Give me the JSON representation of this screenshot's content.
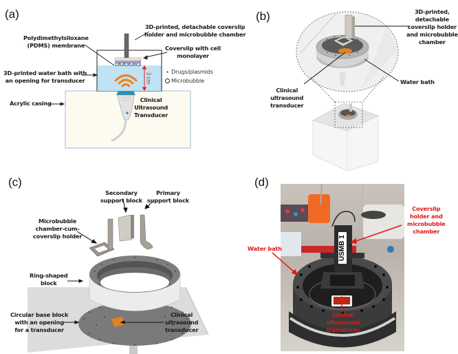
{
  "panels": {
    "a": {
      "label": "(a)",
      "labels": {
        "holder_line1": "3D-printed, detachable coverslip",
        "holder_line2": "holder and microbubble chamber",
        "pdms_line1": "Polydimethylsiloxane",
        "pdms_line2": "(PDMS)  membrane",
        "coverslip_line1": "Coverslip with cell",
        "coverslip_line2": "monolayer",
        "waterbath_line1": "3D-printed water bath with",
        "waterbath_line2": "an opening for transducer",
        "acrylic": "Acrylic casing",
        "transducer_line1": "Clinical",
        "transducer_line2": "Ultrasound",
        "transducer_line3": "Transducer",
        "depth": "3 cm"
      },
      "legend": [
        {
          "label": "Drugs/plasmids",
          "marker": "purple-dot"
        },
        {
          "label": "Microbubble",
          "marker": "open-circle"
        }
      ],
      "colors": {
        "water": "#bfe3f4",
        "casing": "#fdfaf0",
        "casing_border": "#9bbbe0",
        "wave": "#f07f1e",
        "depth_arrow": "#e0201f",
        "transducer_head": "#2e8fb0",
        "drug": "#7a2c8a"
      }
    },
    "b": {
      "label": "(b)",
      "labels": {
        "holder_line1": "3D-printed,",
        "holder_line2": "detachable",
        "holder_line3": "coverslip holder",
        "holder_line4": "and microbubble",
        "holder_line5": "chamber",
        "waterbath": "Water bath",
        "transducer_line1": "Clinical",
        "transducer_line2": "ultrasound",
        "transducer_line3": "transducer"
      }
    },
    "c": {
      "label": "(c)",
      "labels": {
        "secondary_line1": "Secondary",
        "secondary_line2": "support block",
        "primary_line1": "Primary",
        "primary_line2": "support block",
        "chamber_line1": "Microbubble",
        "chamber_line2": "chamber-cum-",
        "chamber_line3": "coverslip holder",
        "ring_line1": "Ring-shaped",
        "ring_line2": "block",
        "base_line1": "Circular base block",
        "base_line2": "with an opening",
        "base_line3": "for a transducer",
        "transducer_line1": "Clinical",
        "transducer_line2": "ultrasound",
        "transducer_line3": "transducer"
      }
    },
    "d": {
      "label": "(d)",
      "tag_text": "USMB 1",
      "labels": {
        "holder_line1": "Coverslip",
        "holder_line2": "holder and",
        "holder_line3": "microbubble",
        "holder_line4": "chamber",
        "waterbath": "Water bath",
        "transducer_line1": "Clinical",
        "transducer_line2": "ultrasound",
        "transducer_line3": "transducer"
      },
      "colors": {
        "annotation": "#e01818"
      }
    }
  }
}
